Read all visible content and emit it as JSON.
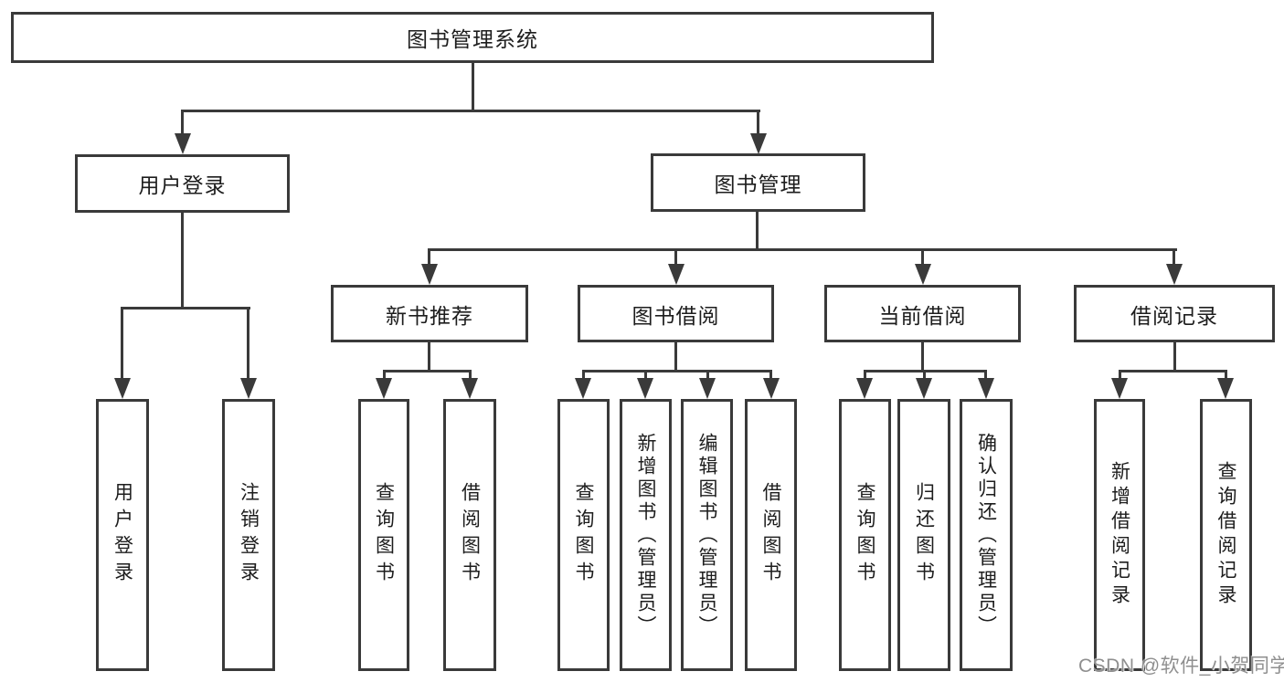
{
  "nodes": {
    "root": "图书管理系统",
    "user_login": "用户登录",
    "book_mgmt": "图书管理",
    "new_books": "新书推荐",
    "book_borrow": "图书借阅",
    "current_borrow": "当前借阅",
    "borrow_records": "借阅记录",
    "leaf_user_login": "用户登录",
    "leaf_user_logout": "注销登录",
    "leaf_new_query": "查询图书",
    "leaf_new_borrow": "借阅图书",
    "leaf_bor_query": "查询图书",
    "leaf_bor_add": "新增图书（管理员）",
    "leaf_bor_edit": "编辑图书（管理员）",
    "leaf_bor_borrow": "借阅图书",
    "leaf_cur_query": "查询图书",
    "leaf_cur_return": "归还图书",
    "leaf_cur_confirm": "确认归还（管理员）",
    "leaf_rec_add": "新增借阅记录",
    "leaf_rec_query": "查询借阅记录"
  },
  "watermark": "CSDN @软件_小贺同学",
  "colors": {
    "line": "#3a3a3a",
    "text": "#1d1d1d",
    "watermark": "#8f8f8f",
    "background": "#ffffff"
  }
}
